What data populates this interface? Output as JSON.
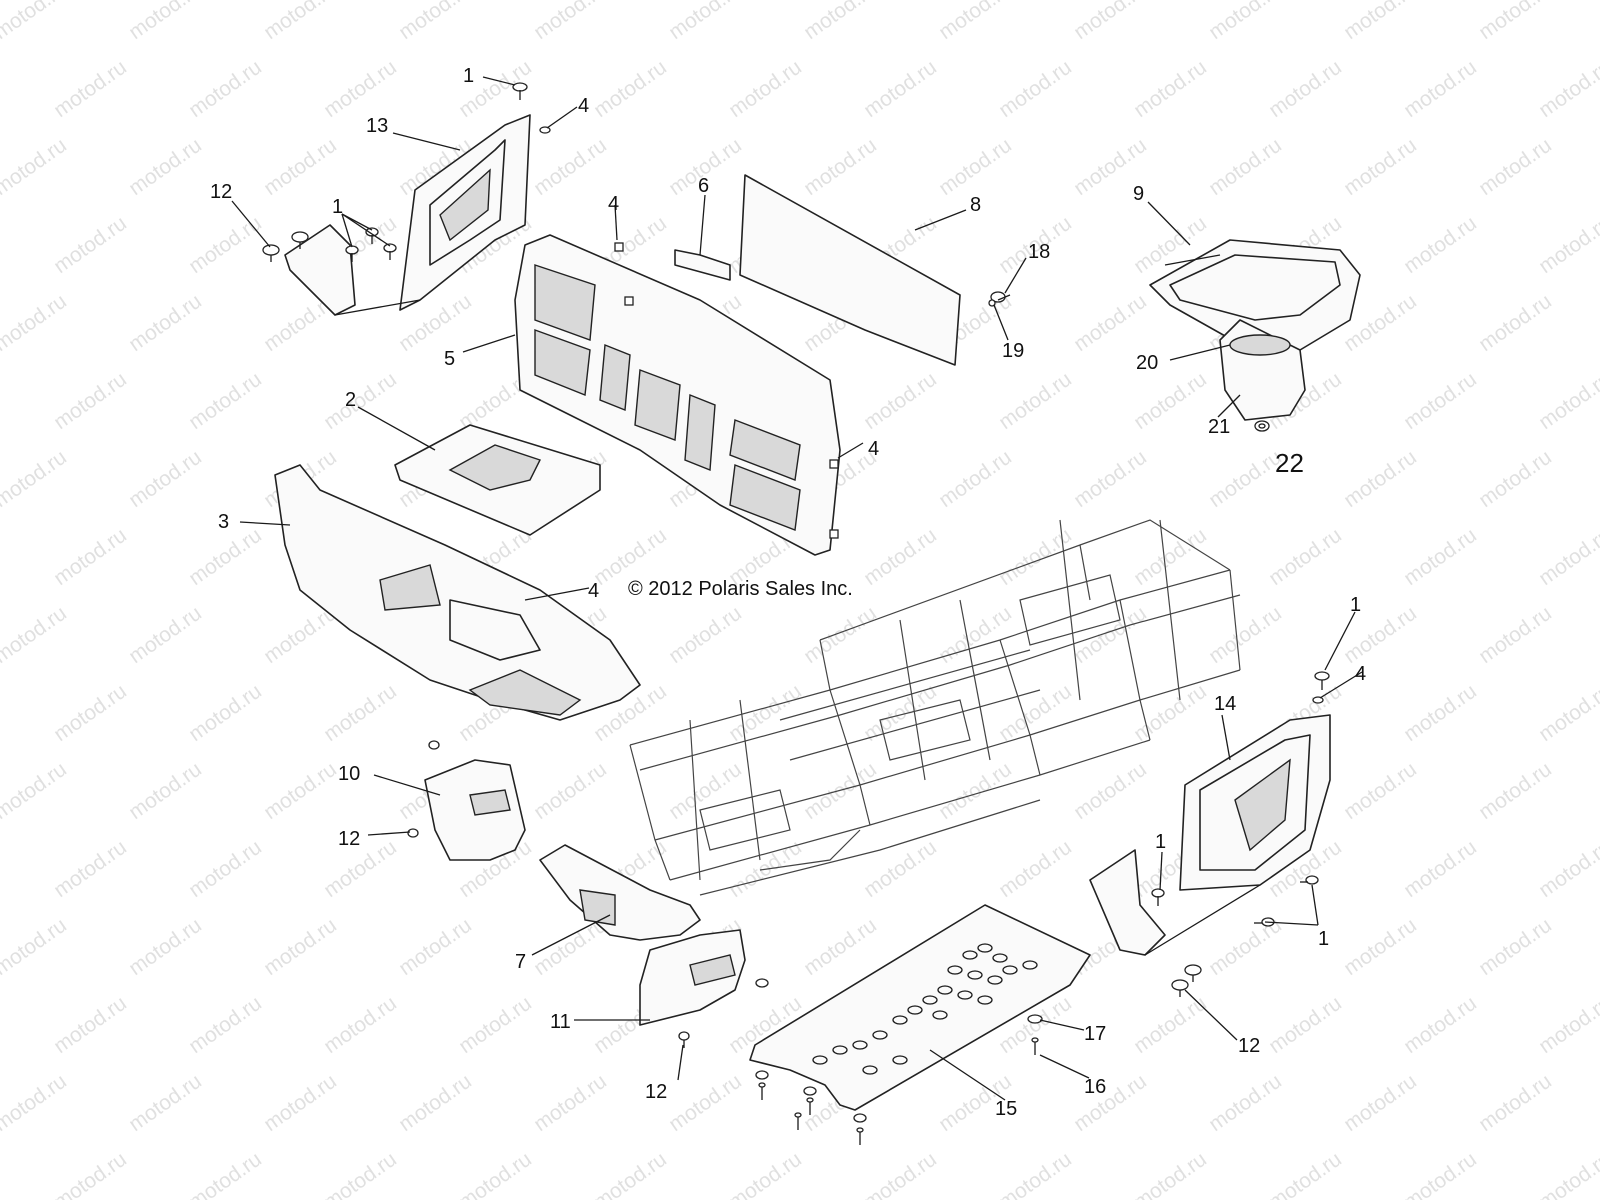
{
  "copyright": "© 2012 Polaris Sales Inc.",
  "watermark": "motod.ru",
  "callouts": {
    "c1a": "1",
    "c4a": "4",
    "c13": "13",
    "c12a": "12",
    "c1b": "1",
    "c6": "6",
    "c4b": "4",
    "c8": "8",
    "c9": "9",
    "c18": "18",
    "c19": "19",
    "c5": "5",
    "c20": "20",
    "c21": "21",
    "c22": "22",
    "c2": "2",
    "c4c": "4",
    "c3": "3",
    "c4d": "4",
    "c1c": "1",
    "c4e": "4",
    "c14": "14",
    "c10": "10",
    "c12b": "12",
    "c1d": "1",
    "c1e": "1",
    "c7": "7",
    "c11": "11",
    "c17": "17",
    "c12c": "12",
    "c16": "16",
    "c12d": "12",
    "c15": "15"
  },
  "colors": {
    "line": "#1a1a1a",
    "watermark": "#c8c8c8",
    "background": "#ffffff"
  }
}
